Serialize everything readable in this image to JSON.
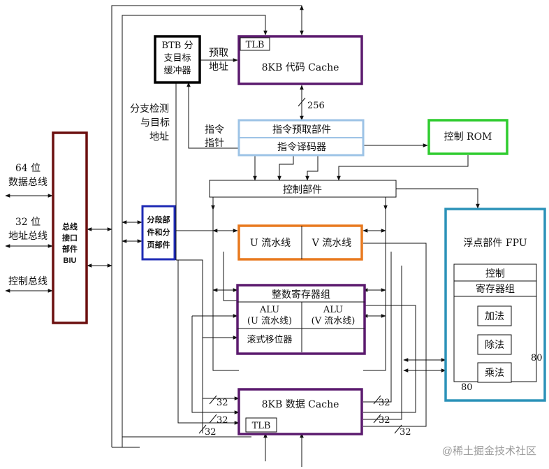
{
  "blocks": {
    "btb": {
      "lines": [
        "BTB 分",
        "支目标",
        "缓冲器"
      ],
      "color": "#000000"
    },
    "code_cache": {
      "tlb": "TLB",
      "label": "8KB 代码 Cache",
      "color": "#5b1a6e"
    },
    "prefetch": {
      "label": "指令预取部件",
      "color": "#9dc3e6"
    },
    "decoder": {
      "label": "指令译码器"
    },
    "control_rom": {
      "label": "控制 ROM",
      "color": "#2ecc2e"
    },
    "control_unit": {
      "label": "控制部件"
    },
    "biu": {
      "lines": [
        "总线",
        "接口",
        "部件",
        "BIU"
      ],
      "color": "#6b0f0f"
    },
    "seg": {
      "lines": [
        "分段部",
        "件和分",
        "页部件"
      ],
      "color": "#1f2bb5"
    },
    "u_pipe": {
      "label": "U 流水线",
      "color": "#e8791e"
    },
    "v_pipe": {
      "label": "V 流水线"
    },
    "int_reg": {
      "label": "整数寄存器组",
      "alu_u": [
        "ALU",
        "(U 流水线)"
      ],
      "alu_v": [
        "ALU",
        "(V 流水线)"
      ],
      "shifter": "滚式移位器",
      "color": "#5b1a6e"
    },
    "data_cache": {
      "label": "8KB 数据 Cache",
      "tlb": "TLB",
      "color": "#5b1a6e"
    },
    "fpu": {
      "title": "浮点部件 FPU",
      "ctrl": "控制",
      "regs": "寄存器组",
      "add": "加法",
      "div": "除法",
      "mul": "乘法",
      "color": "#2b92b8"
    }
  },
  "labels": {
    "prefetch_addr": [
      "预取",
      "地址"
    ],
    "branch_detect": [
      "分支检测",
      "与目标",
      "地址"
    ],
    "instr_ptr": [
      "指令",
      "指针"
    ],
    "bus64": [
      "64 位",
      "数据总线"
    ],
    "bus32": [
      "32 位",
      "地址总线"
    ],
    "ctrl_bus": "控制总线",
    "w256": "256",
    "w32": "32",
    "w80": "80"
  },
  "watermark": "@稀土掘金技术社区"
}
